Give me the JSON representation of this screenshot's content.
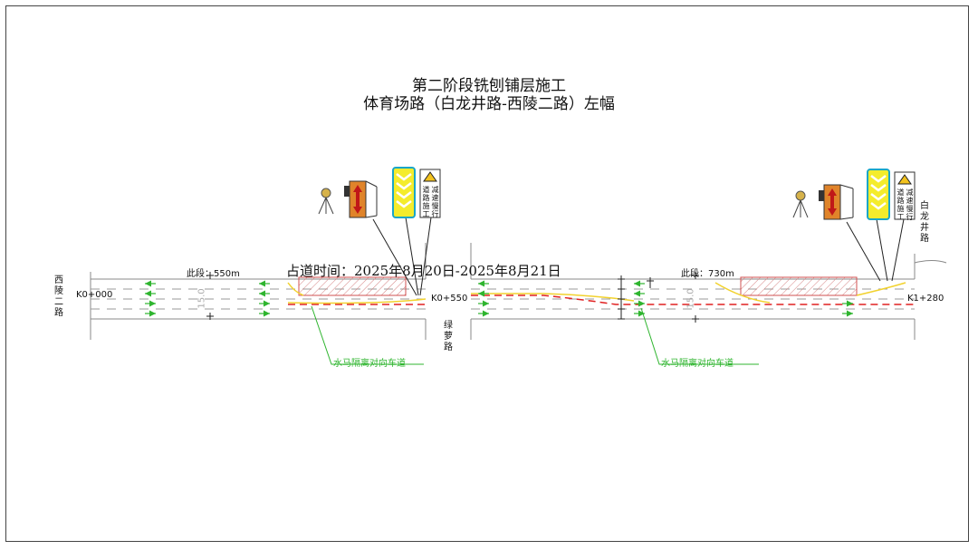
{
  "title": {
    "line1": "第二阶段铣刨铺层施工",
    "line2": "体育场路（白龙井路-西陵二路）左幅"
  },
  "occupation_time": "占道时间：2025年8月20日-2025年8月21日",
  "stations": {
    "start": "K0+000",
    "mid": "K0+550",
    "end": "K1+280"
  },
  "segments": {
    "seg1": "此段：550m",
    "seg2": "此段：730m"
  },
  "roads": {
    "west": "西陵二路",
    "mid": "绿萝路",
    "east": "白龙井路"
  },
  "lane_width": "15.0",
  "barrier_note": "水马隔离对向车道",
  "signs": {
    "slow": "减速慢行",
    "construction": "道路施工"
  },
  "colors": {
    "lane_arrow": "#2fb52f",
    "center_red": "#e02020",
    "center_yellow": "#f2d22e",
    "work_zone": "#d05050"
  }
}
